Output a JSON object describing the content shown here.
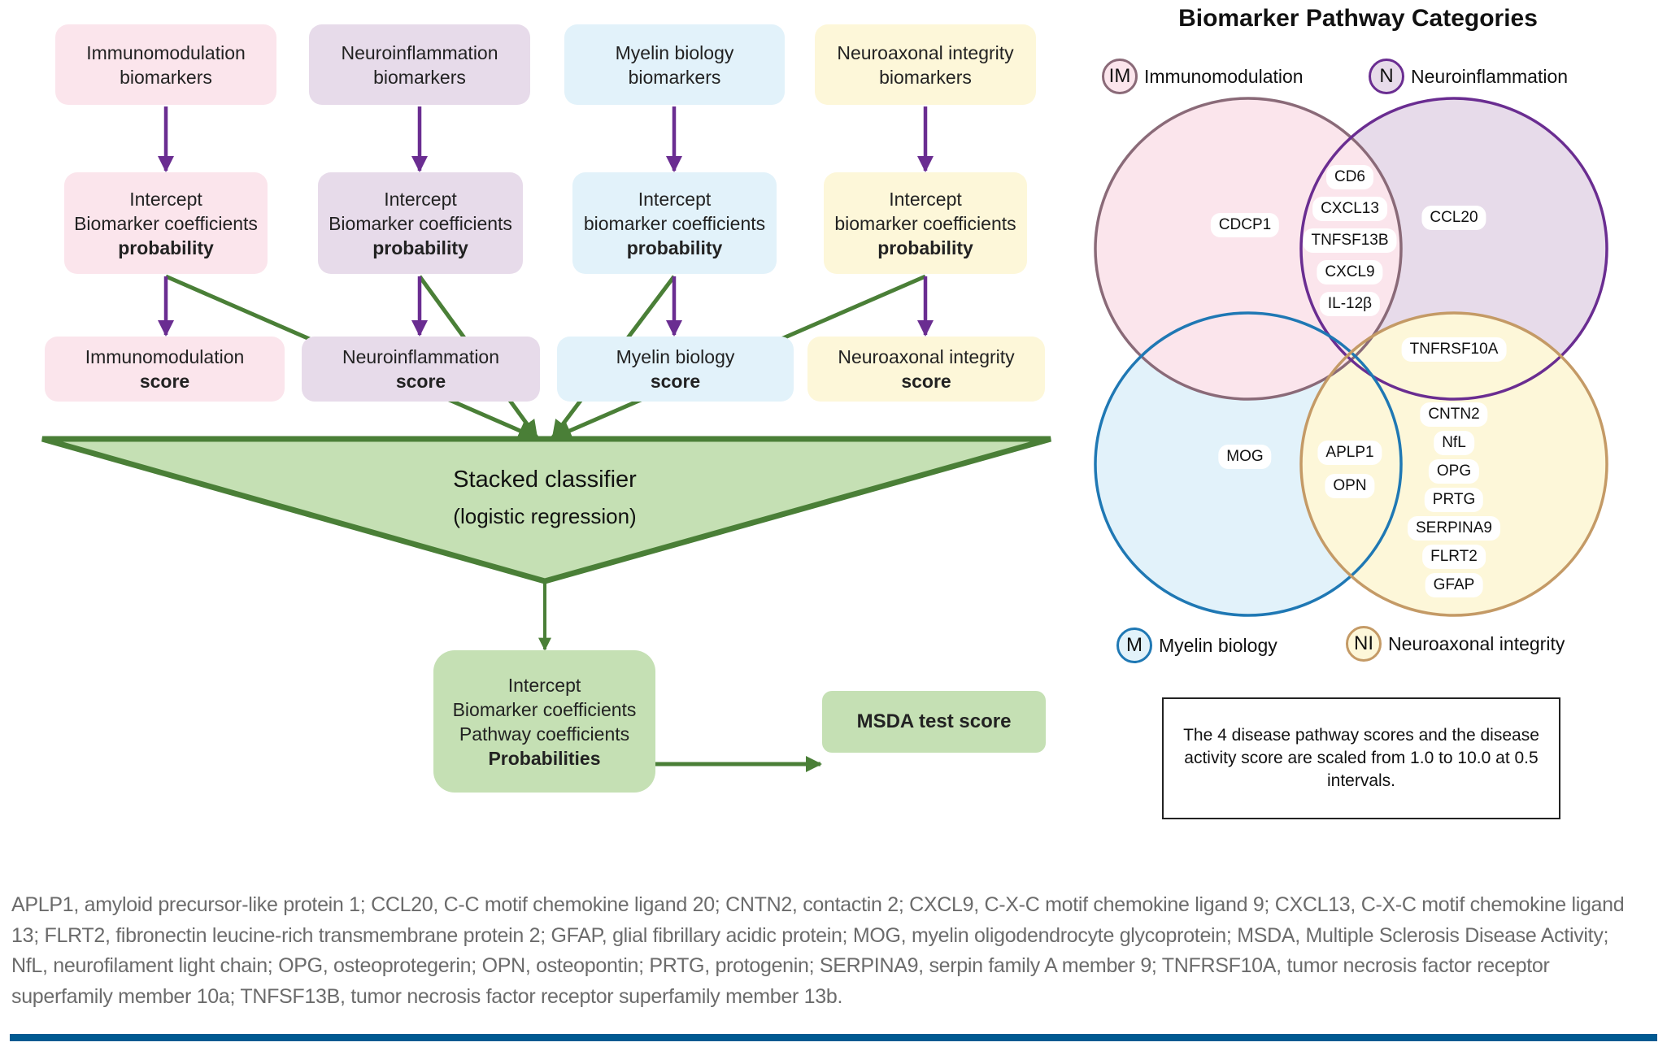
{
  "flow": {
    "columns": [
      {
        "key": "im",
        "biomarkers_label": [
          "Immunomodulation",
          "biomarkers"
        ],
        "model_lines": [
          "Intercept",
          "Biomarker coefficients"
        ],
        "model_bold": "probability",
        "score_line": "Immunomodulation",
        "score_bold": "score"
      },
      {
        "key": "n",
        "biomarkers_label": [
          "Neuroinflammation",
          "biomarkers"
        ],
        "model_lines": [
          "Intercept",
          "Biomarker coefficients"
        ],
        "model_bold": "probability",
        "score_line": "Neuroinflammation",
        "score_bold": "score"
      },
      {
        "key": "m",
        "biomarkers_label": [
          "Myelin biology",
          "biomarkers"
        ],
        "model_lines": [
          "Intercept",
          "biomarker coefficients"
        ],
        "model_bold": "probability",
        "score_line": "Myelin biology",
        "score_bold": "score"
      },
      {
        "key": "ni",
        "biomarkers_label": [
          "Neuroaxonal integrity",
          "biomarkers"
        ],
        "model_lines": [
          "Intercept",
          "biomarker coefficients"
        ],
        "model_bold": "probability",
        "score_line": "Neuroaxonal integrity",
        "score_bold": "score"
      }
    ],
    "classifier": {
      "title": "Stacked classifier",
      "subtitle": "(logistic regression)"
    },
    "final_model": {
      "lines": [
        "Intercept",
        "Biomarker coefficients",
        "Pathway coefficients"
      ],
      "bold": "Probabilities"
    },
    "output": {
      "label": "MSDA test score"
    }
  },
  "venn": {
    "title": "Biomarker Pathway Categories",
    "legend": [
      {
        "abbr": "IM",
        "label": "Immunomodulation",
        "color": "#8a6a78",
        "fill": "#fbe5ec"
      },
      {
        "abbr": "N",
        "label": "Neuroinflammation",
        "color": "#6a2d91",
        "fill": "#e7dbea"
      },
      {
        "abbr": "M",
        "label": "Myelin biology",
        "color": "#1f78b4",
        "fill": "#e2f2fa"
      },
      {
        "abbr": "NI",
        "label": "Neuroaxonal integrity",
        "color": "#c49a66",
        "fill": "#fdf7d9"
      }
    ],
    "regions": {
      "im_only": [
        "CDCP1"
      ],
      "im_n": [
        "CD6",
        "CXCL13",
        "TNFSF13B",
        "CXCL9",
        "IL-12β"
      ],
      "n_only": [
        "CCL20"
      ],
      "n_ni": [
        "TNFRSF10A"
      ],
      "m_only": [
        "MOG"
      ],
      "m_ni": [
        "APLP1",
        "OPN"
      ],
      "ni_only": [
        "CNTN2",
        "NfL",
        "OPG",
        "PRTG",
        "SERPINA9",
        "FLRT2",
        "GFAP"
      ]
    }
  },
  "note": {
    "text": "The 4 disease pathway scores and the disease activity score are scaled from 1.0 to 10.0 at 0.5 intervals."
  },
  "footer": {
    "text": "APLP1, amyloid precursor-like protein 1; CCL20, C-C motif chemokine ligand 20; CNTN2, contactin 2; CXCL9, C-X-C motif chemokine ligand 9; CXCL13, C-X-C motif chemokine ligand 13; FLRT2, fibronectin leucine-rich transmembrane protein 2; GFAP, glial fibrillary acidic protein; MOG, myelin oligodendrocyte glycoprotein; MSDA, Multiple Sclerosis Disease Activity; NfL, neurofilament light chain; OPG, osteoprotegerin; OPN, osteopontin; PRTG, protogenin; SERPINA9, serpin family A member 9; TNFRSF10A, tumor necrosis factor receptor superfamily member 10a; TNFSF13B, tumor necrosis factor receptor superfamily member 13b."
  },
  "colors": {
    "purple_arrow": "#6a2d91",
    "green_arrow": "#4a7f37",
    "green_fill": "#c5e0b4",
    "rule": "#005a91"
  }
}
